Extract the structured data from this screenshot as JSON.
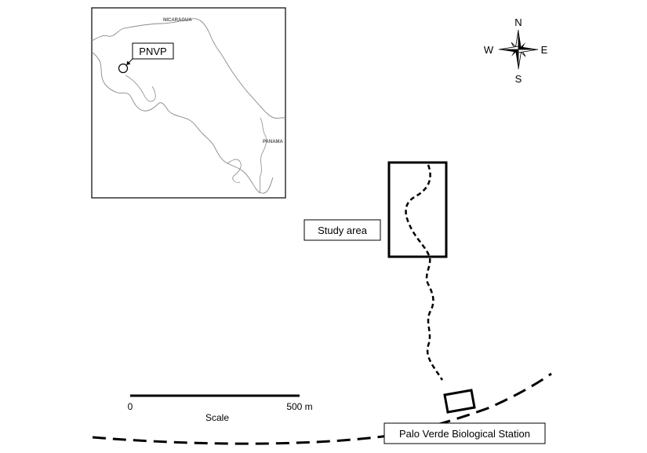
{
  "inset": {
    "country_north": "NICARAGUA",
    "country_south": "PANAMA",
    "site_label": "PNVP"
  },
  "compass": {
    "north": "N",
    "south": "S",
    "east": "E",
    "west": "W"
  },
  "map": {
    "study_area_label": "Study area",
    "station_label": "Palo Verde Biological Station"
  },
  "scale": {
    "start": "0",
    "end": "500 m",
    "title": "Scale"
  },
  "colors": {
    "ink": "#000000",
    "coastline": "#8a8a8a",
    "background": "#ffffff"
  }
}
